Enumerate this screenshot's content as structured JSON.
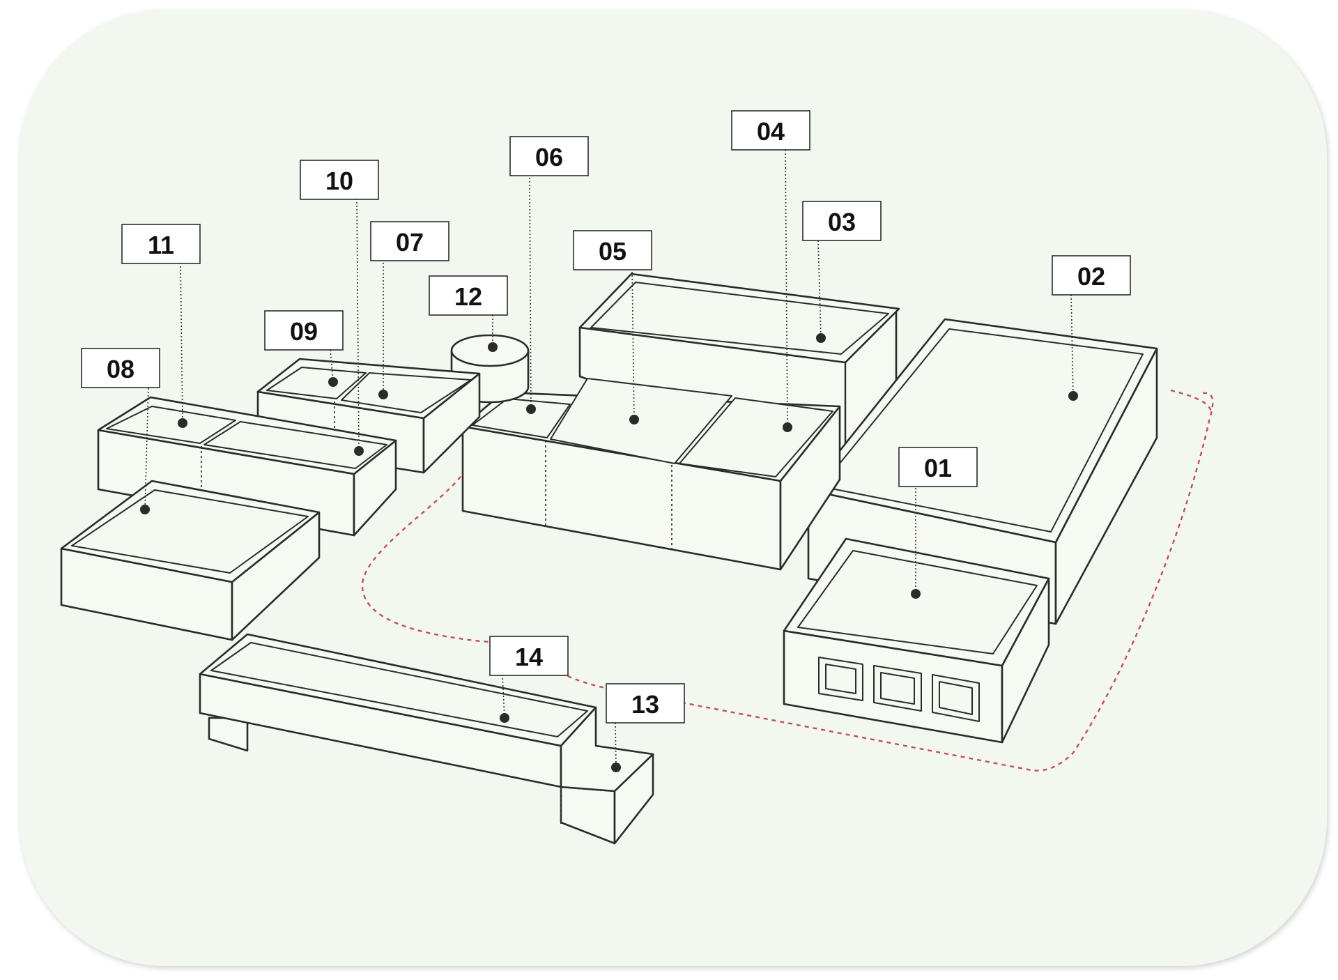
{
  "colors": {
    "background": "#f2f7ef",
    "outline": "#2b2b2b",
    "boundary": "#c0505a"
  },
  "labels": {
    "l01": "01",
    "l02": "02",
    "l03": "03",
    "l04": "04",
    "l05": "05",
    "l06": "06",
    "l07": "07",
    "l08": "08",
    "l09": "09",
    "l10": "10",
    "l11": "11",
    "l12": "12",
    "l13": "13",
    "l14": "14"
  }
}
